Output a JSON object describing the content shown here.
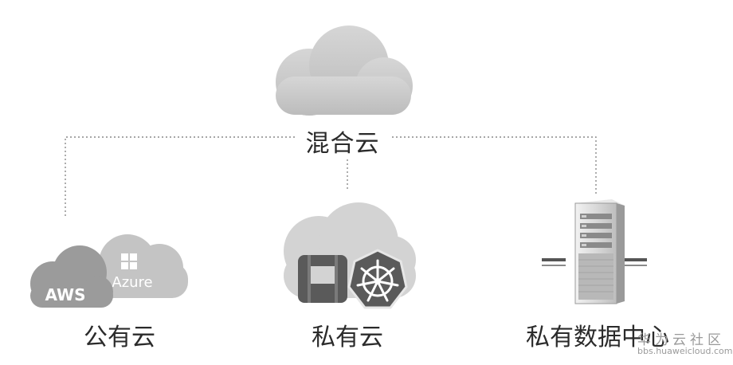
{
  "diagram": {
    "center": {
      "label": "混合云"
    },
    "nodes": [
      {
        "id": "public",
        "label": "公有云",
        "badges": [
          "AWS",
          "Azure"
        ]
      },
      {
        "id": "private",
        "label": "私有云"
      },
      {
        "id": "datacenter",
        "label": "私有数据中心"
      }
    ]
  },
  "watermark": {
    "brand": "华为云社区",
    "url": "bbs.huaweicloud.com"
  },
  "colors": {
    "cloud": "#c9c9c9",
    "cloud_dark": "#9d9d9d",
    "line": "#8a8a8a",
    "text": "#2b2b2b"
  }
}
